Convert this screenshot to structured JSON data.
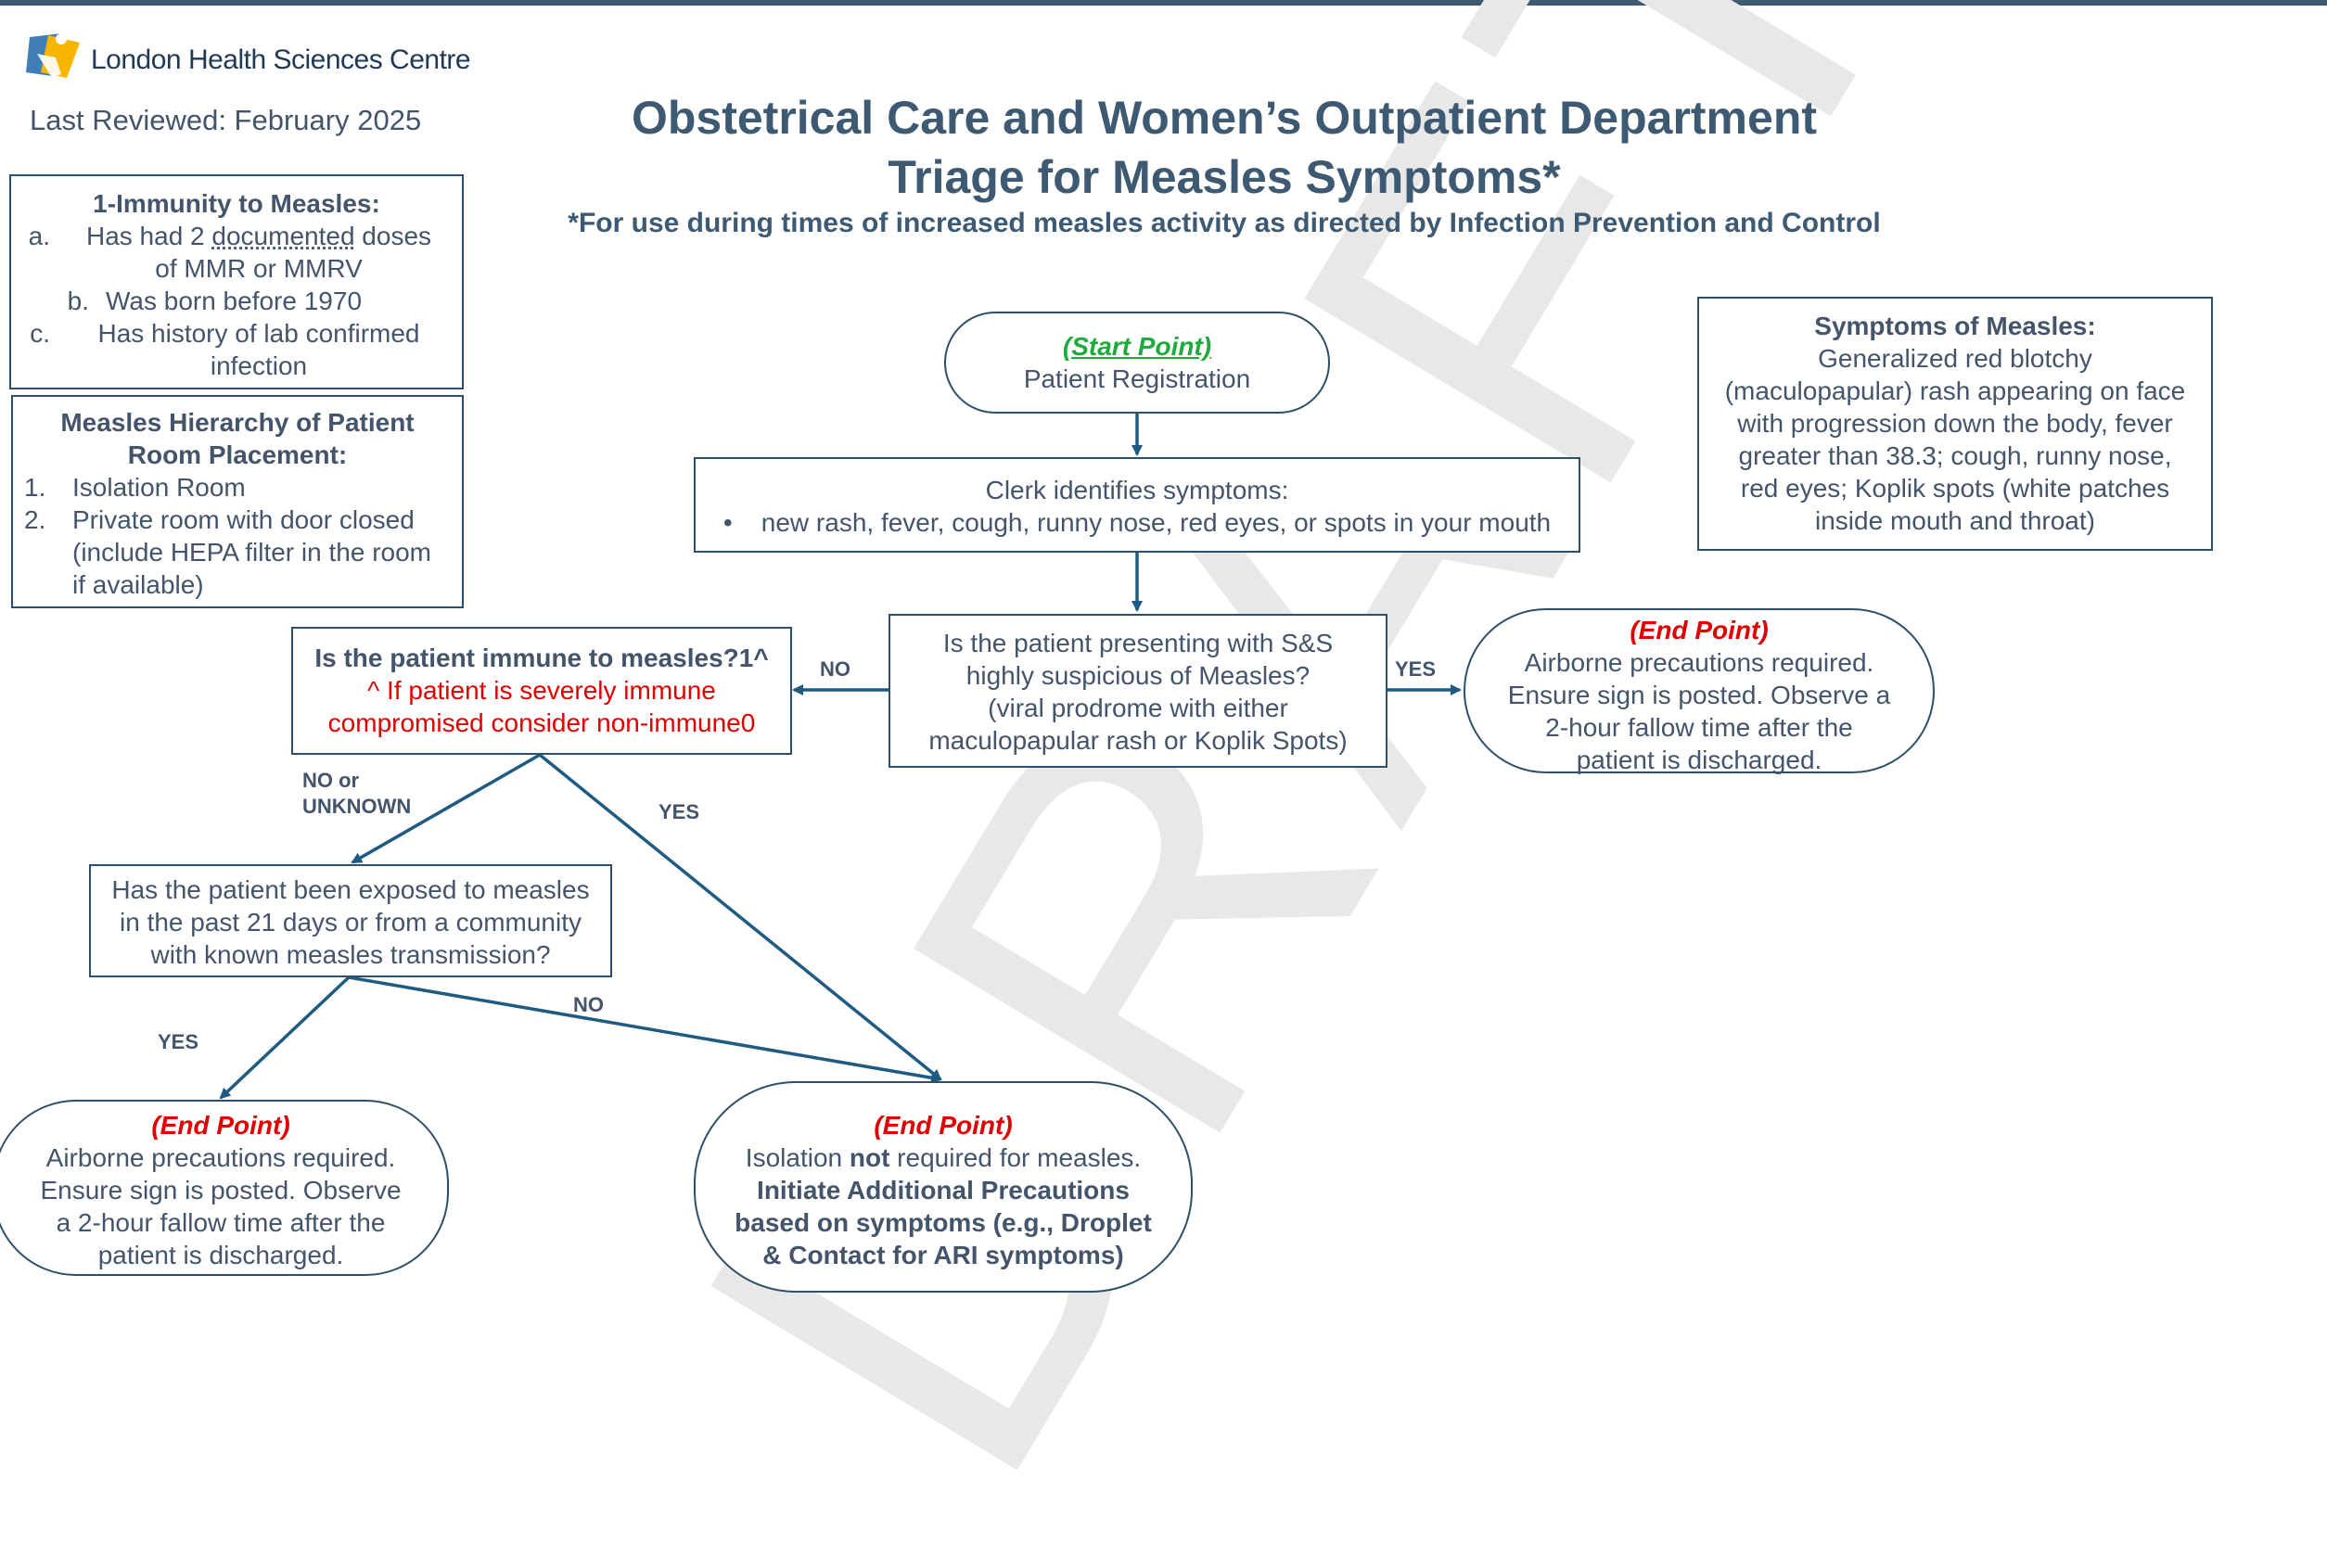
{
  "header": {
    "org_name": "London Health Sciences Centre",
    "last_reviewed": "Last Reviewed: February 2025",
    "title_line1": "Obstetrical Care and Women’s Outpatient Department",
    "title_line2": "Triage for Measles Symptoms*",
    "subtitle": "*For use during times of increased measles activity as directed by Infection Prevention and Control"
  },
  "watermark": "DRAFT",
  "immunity_box": {
    "title": "1-Immunity to Measles:",
    "items": [
      {
        "marker": "a.",
        "text_pre": "Has had 2 ",
        "text_u": "documented",
        "text_post": " doses",
        "line2": "of MMR or MMRV"
      },
      {
        "marker": "b.",
        "text": "Was born before 1970"
      },
      {
        "marker": "c.",
        "text": "Has history of lab confirmed",
        "line2": "infection"
      }
    ]
  },
  "hierarchy_box": {
    "title_line1": "Measles Hierarchy of Patient",
    "title_line2": "Room Placement:",
    "items": [
      {
        "marker": "1.",
        "lines": [
          "Isolation Room"
        ]
      },
      {
        "marker": "2.",
        "lines": [
          "Private room with door closed",
          "(include HEPA filter in the room",
          "if available)"
        ]
      }
    ]
  },
  "symptoms_box": {
    "title": "Symptoms of Measles:",
    "lines": [
      "Generalized red blotchy",
      "(maculopapular) rash appearing on face",
      "with progression down the body, fever",
      "greater than 38.3; cough, runny nose,",
      "red eyes; Koplik spots (white patches",
      "inside mouth and throat)"
    ]
  },
  "nodes": {
    "start": {
      "tag": "(Start Point)",
      "text": "Patient Registration"
    },
    "clerk": {
      "line1": "Clerk identifies symptoms:",
      "bullet": "•",
      "line2": "new rash, fever, cough, runny nose, red eyes, or spots in your mouth"
    },
    "suspicious": {
      "lines": [
        "Is the patient presenting with S&S",
        "highly suspicious of Measles?",
        "(viral prodrome with either",
        "maculopapular rash or Koplik Spots)"
      ]
    },
    "end_airborne_right": {
      "tag": "(End Point)",
      "lines": [
        "Airborne precautions required.",
        "Ensure sign is posted. Observe a",
        "2-hour fallow time after the",
        "patient is discharged."
      ]
    },
    "immune": {
      "question": "Is the patient immune to measles?1^",
      "note_line1": "^ If patient is severely immune",
      "note_line2": "compromised consider non-immune0"
    },
    "exposed": {
      "lines": [
        "Has the patient been exposed to measles",
        "in the past 21 days or from a community",
        "with known measles transmission?"
      ]
    },
    "end_airborne_left": {
      "tag": "(End Point)",
      "lines": [
        "Airborne precautions required.",
        "Ensure sign is posted. Observe",
        "a 2-hour fallow time after the",
        "patient is discharged."
      ]
    },
    "end_isolation": {
      "tag": "(End Point)",
      "line1_pre": "Isolation ",
      "line1_bold": "not",
      "line1_post": " required for measles.",
      "bold_lines": [
        "Initiate Additional Precautions",
        "based on symptoms (e.g., Droplet",
        "& Contact for ARI symptoms)"
      ]
    }
  },
  "edge_labels": {
    "no_left": "NO",
    "yes_right": "YES",
    "no_or_unknown_1": "NO or",
    "no_or_unknown_2": "UNKNOWN",
    "yes_immune": "YES",
    "yes_exposed": "YES",
    "no_exposed": "NO"
  },
  "colors": {
    "border": "#2f4f66",
    "arrow": "#1f5b80",
    "title": "#3d5a72",
    "text": "#44546a",
    "end_point": "#e00000",
    "start_point": "#1faa3c"
  }
}
